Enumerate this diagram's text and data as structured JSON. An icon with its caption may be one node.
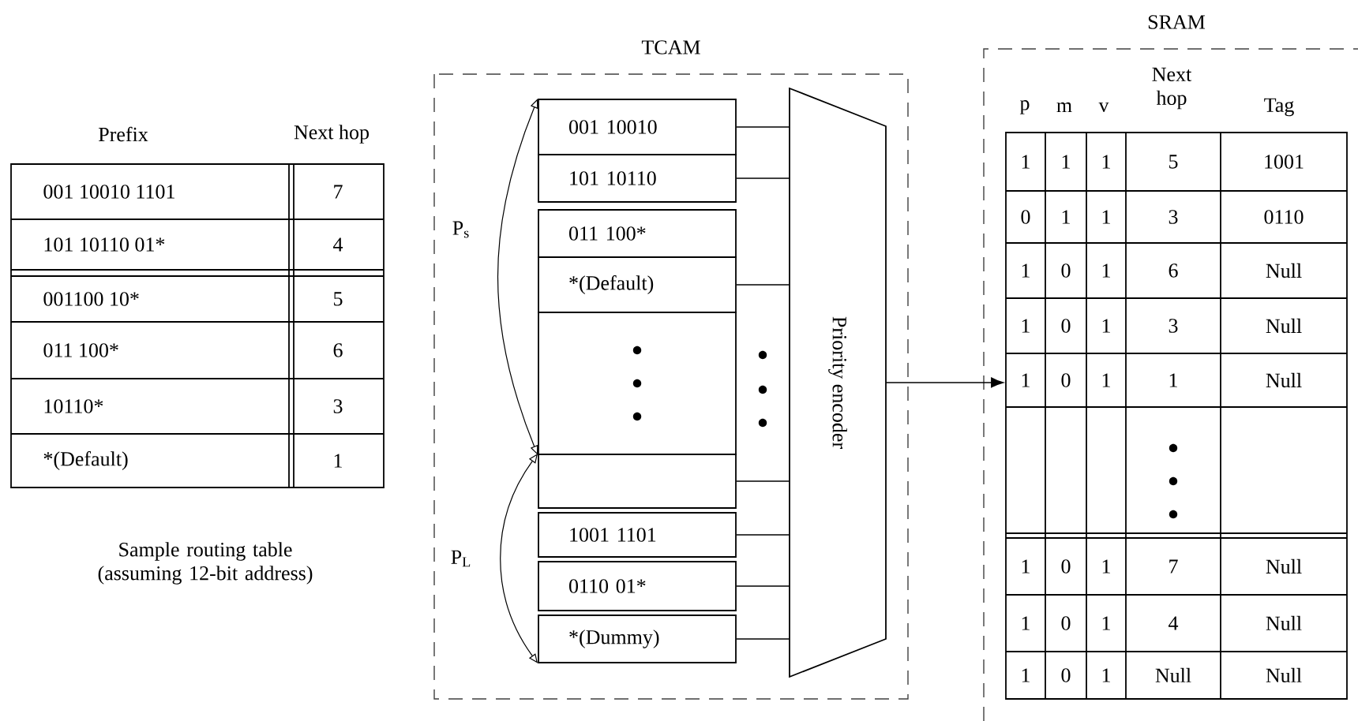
{
  "diagram": {
    "nodes": [
      {
        "text": [
          "TCAM"
        ]
      },
      {
        "text": [
          "001 10010"
        ],
        "in": 0
      },
      {
        "text": [
          "101 10110"
        ],
        "in": 0
      },
      {
        "text": [
          "011 100*"
        ],
        "in": 0
      },
      {
        "text": [
          "*(Default)"
        ],
        "in": 0
      },
      {
        "text": [],
        "shape": "box",
        "in": 0
      },
      {
        "text": [],
        "shape": "box",
        "in": 0
      },
      {
        "text": [
          "1001 1101"
        ],
        "in": 0
      },
      {
        "text": [
          "0110 01*"
        ],
        "in": 0
      },
      {
        "text": [
          "*(Dummy)"
        ],
        "in": 0
      },
      {
        "text": [
          "Priority encoder"
        ],
        "in": 0
      },
      {
        "text": [
          "SRAM"
        ]
      },
      {
        "text": [],
        "shape": "box",
        "in": 11
      }
    ],
    "edges": [
      {
        "from": 1,
        "to": 10,
        "arrow": "none"
      },
      {
        "from": 2,
        "to": 10,
        "arrow": "none"
      },
      {
        "from": 4,
        "to": 10,
        "arrow": "none"
      },
      {
        "from": 6,
        "to": 10,
        "arrow": "none"
      },
      {
        "from": 7,
        "to": 10,
        "arrow": "none"
      },
      {
        "from": 8,
        "to": 10,
        "arrow": "none"
      },
      {
        "from": 9,
        "to": 10,
        "arrow": "none"
      },
      {
        "from": 10,
        "to": 12,
        "arrow": "to"
      },
      {
        "from": 1,
        "to": 5,
        "arrow": "both",
        "label": "P$_{s}$"
      },
      {
        "from": 6,
        "to": 9,
        "arrow": "both",
        "label": "P$_{L}$"
      }
    ],
    "labels": [
      "Prefix",
      "Next hop",
      "001 10010 1101",
      "7",
      "101 10110 01*",
      "4",
      "001100 10*",
      "5",
      "011 100*",
      "6",
      "10110*",
      "3",
      "*(Default)",
      "1",
      "Sample routing table (assuming 12-bit address)",
      "p",
      "m",
      "v",
      "Next hop",
      "Tag",
      "1",
      "1",
      "1",
      "5",
      "1001",
      "0",
      "1",
      "1",
      "3",
      "0110",
      "1",
      "0",
      "1",
      "6",
      "Null",
      "1",
      "0",
      "1",
      "3",
      "Null",
      "1",
      "0",
      "1",
      "1",
      "Null",
      "1",
      "0",
      "1",
      "7",
      "Null",
      "1",
      "0",
      "1",
      "4",
      "Null",
      "1",
      "0",
      "1",
      "Null",
      "Null"
    ]
  }
}
